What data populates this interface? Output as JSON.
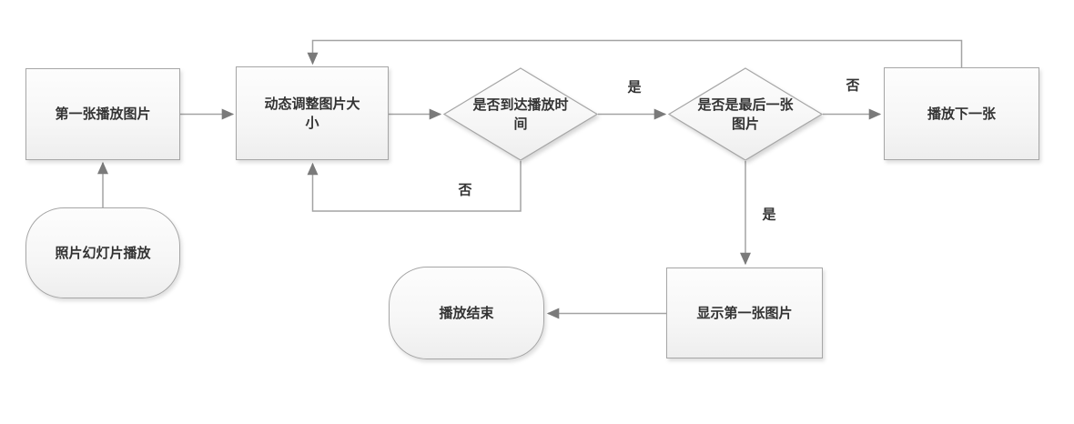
{
  "diagram": {
    "title": "photo-slideshow-flowchart",
    "nodes": {
      "first_image": {
        "type": "process",
        "label": "第一张播放图片"
      },
      "slideshow_start": {
        "type": "terminator",
        "label": "照片幻灯片播放"
      },
      "adjust_size": {
        "type": "process",
        "label": "动态调整图片大小"
      },
      "reach_time": {
        "type": "decision",
        "label": "是否到达播放时间"
      },
      "is_last": {
        "type": "decision",
        "label": "是否是最后一张图片"
      },
      "play_next": {
        "type": "process",
        "label": "播放下一张"
      },
      "show_first": {
        "type": "process",
        "label": "显示第一张图片"
      },
      "play_end": {
        "type": "terminator",
        "label": "播放结束"
      }
    },
    "edge_labels": {
      "reach_time_yes": "是",
      "reach_time_no": "否",
      "is_last_no": "否",
      "is_last_yes": "是"
    },
    "colors": {
      "shape_border": "#a6a6a6",
      "shape_fill_top": "#fdfdfd",
      "shape_fill_bottom": "#eeeeee",
      "connector_line": "#a3a3a3",
      "arrowhead": "#7a7a7a",
      "text": "#333333",
      "background": "#ffffff"
    }
  }
}
